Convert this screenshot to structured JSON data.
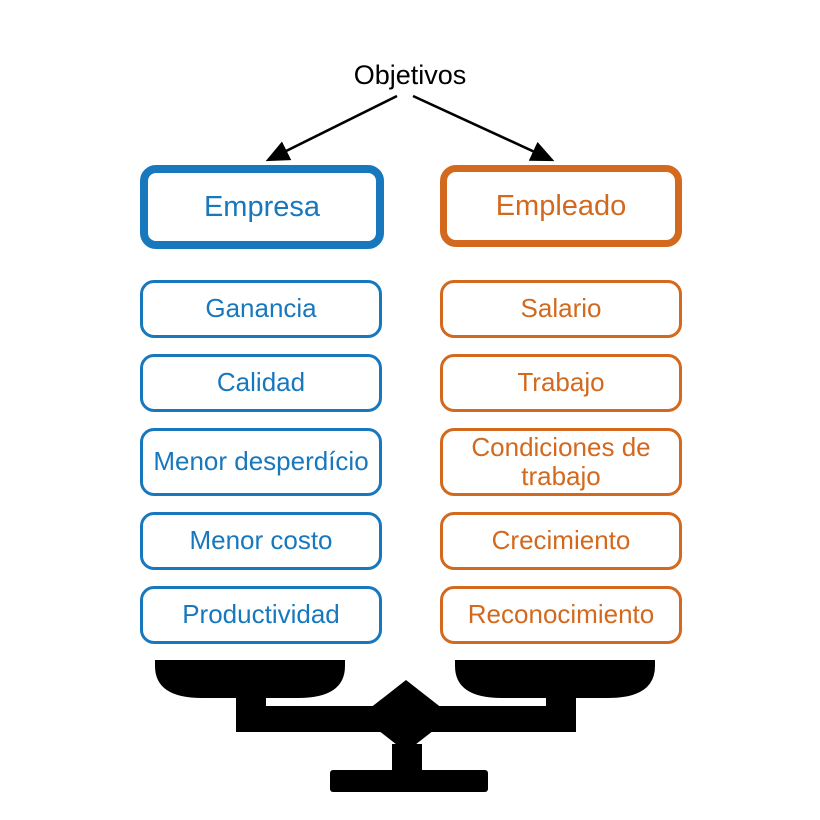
{
  "title": "Objetivos",
  "colors": {
    "empresa_accent": "#1878be",
    "empleado_accent": "#d2691e",
    "scale": "#000000",
    "background": "#ffffff"
  },
  "empresa": {
    "label": "Empresa",
    "items": [
      "Ganancia",
      "Calidad",
      "Menor desperdício",
      "Menor costo",
      "Productividad"
    ]
  },
  "empleado": {
    "label": "Empleado",
    "items": [
      "Salario",
      "Trabajo",
      "Condiciones de trabajo",
      "Crecimiento",
      "Reconocimiento"
    ]
  }
}
